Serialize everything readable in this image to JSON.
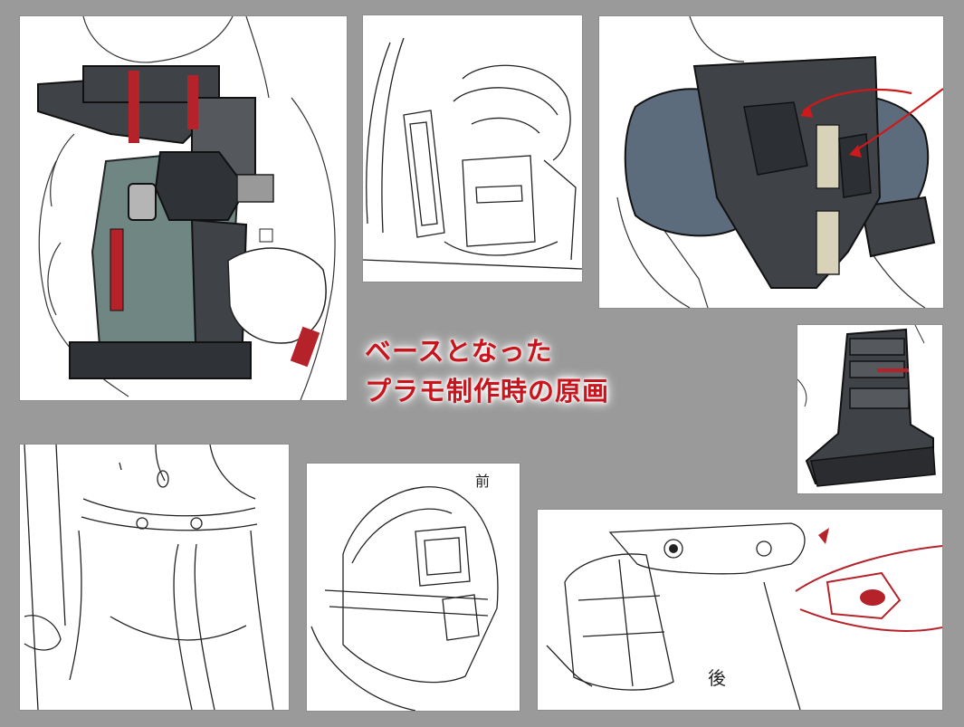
{
  "caption": {
    "line1": "ベースとなった",
    "line2": "プラモ制作時の原画"
  },
  "panels": [
    {
      "subject": "colored-back-armor-sketch"
    },
    {
      "subject": "neck-collar-lineart"
    },
    {
      "subject": "colored-backpack-with-arrows"
    },
    {
      "subject": "colored-boot"
    },
    {
      "subject": "hip-lineart"
    },
    {
      "subject": "shoulder-pad-lineart"
    },
    {
      "subject": "waist-armor-lineart"
    }
  ],
  "annotations": {
    "front": "前",
    "rear": "後"
  },
  "colors": {
    "background": "#9a9a9a",
    "caption": "#c8141c",
    "armor_dark": "#3f4247",
    "armor_green": "#6f8683",
    "armor_blue": "#5d6c7c",
    "accent_red": "#b5222a",
    "panel": "#ffffff"
  }
}
